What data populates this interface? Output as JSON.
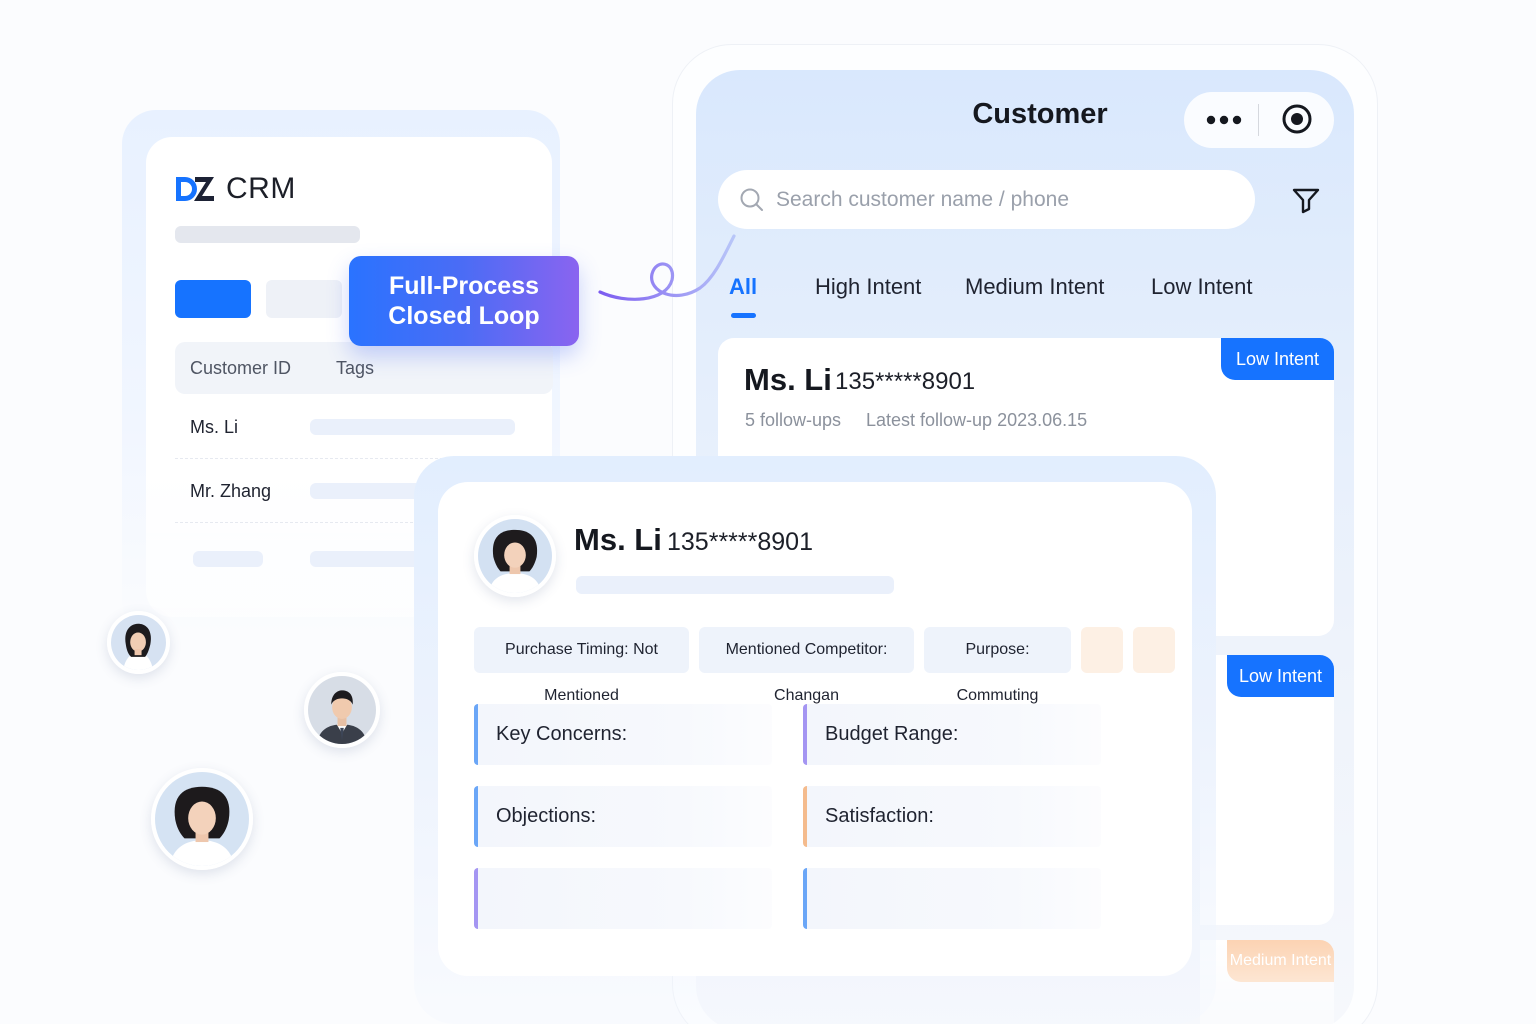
{
  "crm": {
    "title": "CRM",
    "table_headers": [
      "Customer ID",
      "Tags"
    ],
    "rows": [
      {
        "name": "Ms. Li"
      },
      {
        "name": "Mr. Zhang"
      }
    ]
  },
  "banner": {
    "line1": "Full-Process",
    "line2": "Closed Loop"
  },
  "phone": {
    "title": "Customer",
    "search": {
      "placeholder": "Search customer name / phone",
      "value": ""
    },
    "tabs": [
      {
        "label": "All",
        "active": true
      },
      {
        "label": "High Intent",
        "active": false
      },
      {
        "label": "Medium Intent",
        "active": false
      },
      {
        "label": "Low Intent",
        "active": false
      }
    ],
    "customer": {
      "name": "Ms. Li",
      "phone": "135*****8901",
      "follow_ups": "5 follow-ups",
      "latest": "Latest follow-up 2023.06.15",
      "badge": "Low Intent"
    },
    "badge_2": "Low Intent",
    "badge_3": "Medium Intent"
  },
  "detail": {
    "name": "Ms. Li",
    "phone": "135*****8901",
    "chips": [
      "Purchase Timing: Not Mentioned",
      "Mentioned Competitor: Changan",
      "Purpose: Commuting"
    ],
    "fields": {
      "key_concerns": "Key Concerns:",
      "budget_range": "Budget Range:",
      "objections": "Objections:",
      "satisfaction": "Satisfaction:"
    }
  },
  "colors": {
    "accent": "#1673ff",
    "gradient_end": "#8a64f0",
    "badge_medium": "#fcd3b3"
  },
  "icons": [
    "logo-mark",
    "more-dots-icon",
    "target-icon",
    "search-icon",
    "filter-icon"
  ]
}
